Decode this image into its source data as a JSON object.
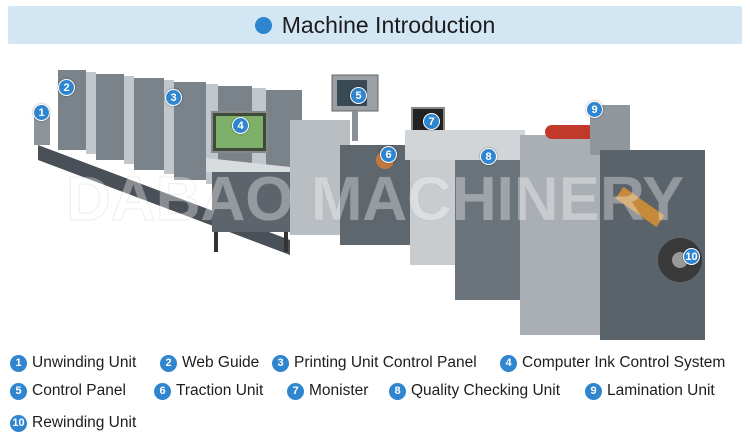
{
  "header": {
    "title": "Machine Introduction"
  },
  "watermark": {
    "text": "DABAO MACHINERY"
  },
  "colors": {
    "accent": "#2f86cf",
    "banner_bg": "#d3e6f3",
    "machine_gray": "#6f7780",
    "machine_light": "#c9ccce"
  },
  "callouts": [
    "1",
    "2",
    "3",
    "4",
    "5",
    "6",
    "7",
    "8",
    "9",
    "10"
  ],
  "legend": [
    {
      "num": "1",
      "label": "Unwinding Unit"
    },
    {
      "num": "2",
      "label": "Web Guide"
    },
    {
      "num": "3",
      "label": "Printing Unit Control Panel"
    },
    {
      "num": "4",
      "label": "Computer Ink Control System"
    },
    {
      "num": "5",
      "label": "Control Panel"
    },
    {
      "num": "6",
      "label": "Traction Unit"
    },
    {
      "num": "7",
      "label": "Monister"
    },
    {
      "num": "8",
      "label": "Quality Checking Unit"
    },
    {
      "num": "9",
      "label": "Lamination Unit"
    },
    {
      "num": "10",
      "label": "Rewinding Unit"
    }
  ]
}
